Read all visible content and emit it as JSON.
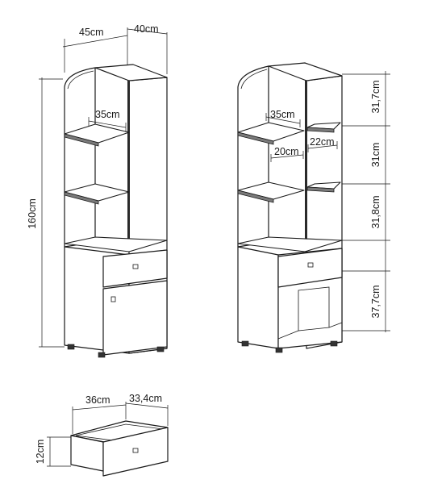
{
  "diagram": {
    "cabinet_closed": {
      "width": "45cm",
      "depth": "40cm",
      "height": "160cm",
      "shelf_depth": "35cm"
    },
    "cabinet_open": {
      "shelf_depth": "35cm",
      "inner_left": "20cm",
      "inner_right": "22cm",
      "section_1": "31,7cm",
      "section_2": "31cm",
      "section_3": "31,8cm",
      "section_4": "37,7cm"
    },
    "drawer": {
      "width": "36cm",
      "depth": "33,4cm",
      "height": "12cm"
    }
  }
}
